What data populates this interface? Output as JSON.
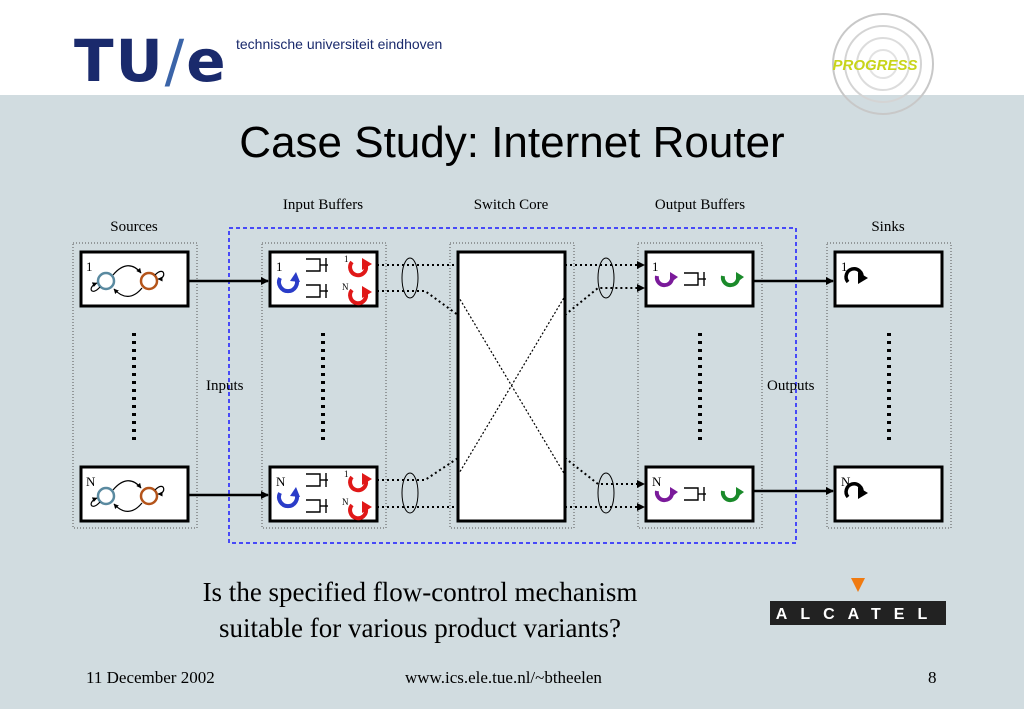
{
  "header": {
    "logo_main": "TU",
    "logo_slash": "/",
    "logo_e": "e",
    "university": "technische universiteit eindhoven",
    "progress_logo_text": "PROGRESS"
  },
  "slide": {
    "title": "Case Study: Internet Router",
    "question_line1": "Is the specified flow-control mechanism",
    "question_line2": "suitable for various product variants?"
  },
  "diagram": {
    "labels": {
      "sources": "Sources",
      "input_buffers": "Input Buffers",
      "switch_core": "Switch Core",
      "output_buffers": "Output Buffers",
      "sinks": "Sinks",
      "inputs": "Inputs",
      "outputs": "Outputs"
    },
    "index_first": "1",
    "index_last": "N",
    "colors": {
      "blue_arrow": "#2a3cc8",
      "red_arrow": "#e01818",
      "purple_arrow": "#7a1a9a",
      "green_arrow": "#1a8a2a",
      "state_blue": "#5a8aa0",
      "state_orange": "#b4541a",
      "dashed_border": "#1a1aff"
    }
  },
  "brand": {
    "alcatel": "ALCATEL",
    "alcatel_accent": "#f07a10"
  },
  "footer": {
    "date": "11 December 2002",
    "url": "www.ics.ele.tue.nl/~btheelen",
    "page": "8"
  }
}
